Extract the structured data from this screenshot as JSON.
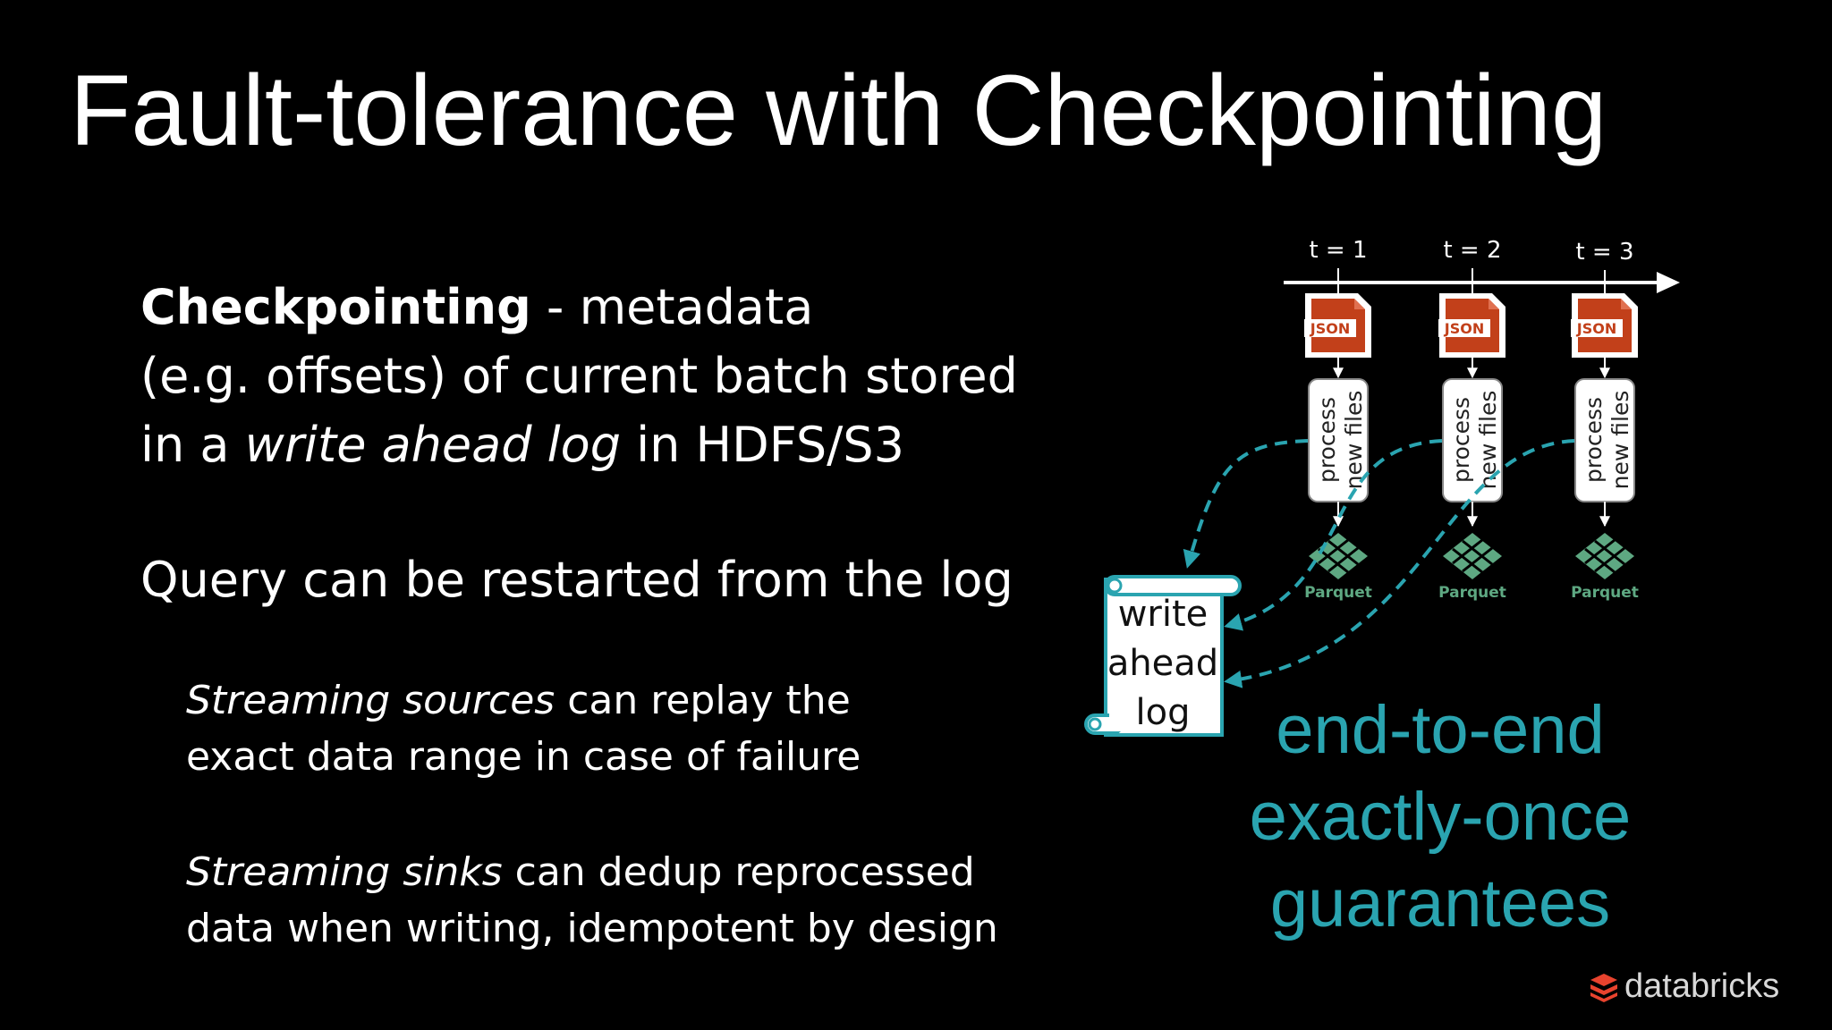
{
  "slide": {
    "title": "Fault-tolerance with Checkpointing",
    "checkpointing": {
      "term": "Checkpointing",
      "line1_rest": " - metadata",
      "line2": "(e.g. offsets) of current batch stored",
      "line3_pre": "in a ",
      "line3_italic": "write ahead log",
      "line3_post": " in HDFS/S3"
    },
    "restart": "Query can be restarted from the log",
    "sources": {
      "italic": "Streaming sources",
      "rest1": " can replay the",
      "line2": "exact data range in case of failure"
    },
    "sinks": {
      "italic": "Streaming sinks",
      "rest1": " can dedup reprocessed",
      "line2": "data when writing, idempotent by design"
    }
  },
  "diagram": {
    "timesteps": [
      {
        "label": "t = 1",
        "file_badge": "JSON",
        "process_line1": "process",
        "process_line2": "new files",
        "sink_label": "Parquet"
      },
      {
        "label": "t = 2",
        "file_badge": "JSON",
        "process_line1": "process",
        "process_line2": "new files",
        "sink_label": "Parquet"
      },
      {
        "label": "t = 3",
        "file_badge": "JSON",
        "process_line1": "process",
        "process_line2": "new files",
        "sink_label": "Parquet"
      }
    ],
    "log": {
      "line1": "write",
      "line2": "ahead",
      "line3": "log"
    },
    "guarantee": {
      "line1": "end-to-end",
      "line2": "exactly-once",
      "line3": "guarantees"
    },
    "colors": {
      "accent": "#2aa4b0",
      "json": "#c2401a",
      "parquet": "#5ea882"
    }
  },
  "logo": {
    "text": "databricks",
    "color": "#e8432e"
  }
}
